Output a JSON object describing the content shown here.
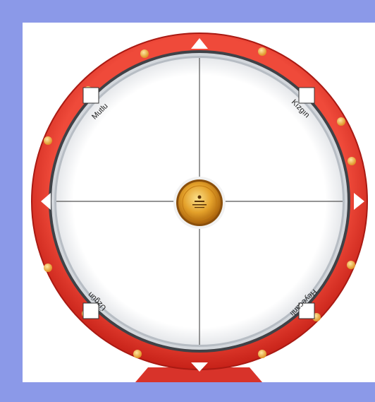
{
  "wheel": {
    "segments": [
      {
        "label": "Mutlu"
      },
      {
        "label": "Kızgın"
      },
      {
        "label": "Heyecanlı"
      },
      {
        "label": "Üzgün"
      }
    ],
    "center_logo_text": "",
    "colors": {
      "frame_border": "#8b99e8",
      "rim_red": "#e63a2e",
      "rim_dark": "#b81e17",
      "stud_gold": "#f2b546",
      "inner_ring_silver": "#c9cfd6",
      "face": "#ffffff",
      "hub_gold": "#d98b16"
    }
  }
}
